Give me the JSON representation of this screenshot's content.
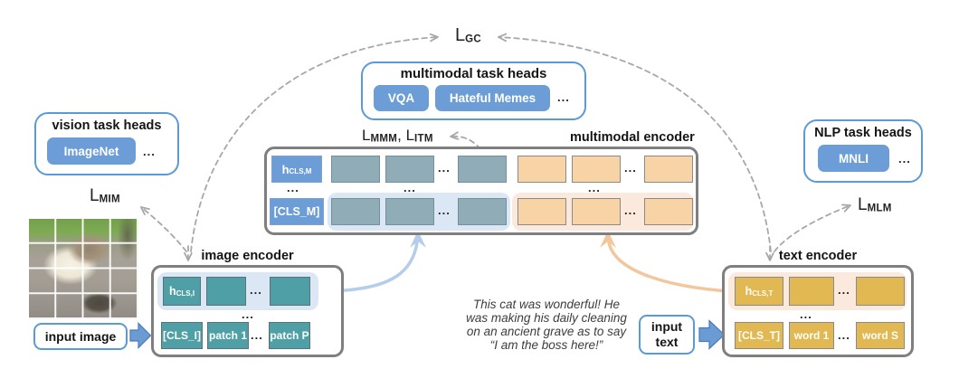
{
  "panels": {
    "vision": {
      "title": "vision task heads",
      "button": "ImageNet",
      "more": "..."
    },
    "multimodal": {
      "title": "multimodal task heads",
      "button1": "VQA",
      "button2": "Hateful Memes",
      "more": "..."
    },
    "nlp": {
      "title": "NLP task heads",
      "button": "MNLI",
      "more": "..."
    }
  },
  "losses": {
    "gc": {
      "base": "L",
      "sub": "GC"
    },
    "mim": {
      "base": "L",
      "sub": "MIM"
    },
    "mlm": {
      "base": "L",
      "sub": "MLM"
    },
    "mmm": {
      "base": "L",
      "sub": "MMM"
    },
    "itm": {
      "base": "L",
      "sub": "ITM"
    },
    "separator": ", "
  },
  "encoders": {
    "multimodal": {
      "title": "multimodal encoder",
      "hidden_state": {
        "base": "h",
        "sub": "CLS,M"
      },
      "cls_token": "[CLS_M]",
      "ellipsis": "..."
    },
    "image": {
      "title": "image encoder",
      "hidden_state": {
        "base": "h",
        "sub": "CLS,I"
      },
      "cls_token": "[CLS_I]",
      "token1": "patch 1",
      "tokenN": "patch P",
      "ellipsis": "..."
    },
    "text": {
      "title": "text encoder",
      "hidden_state": {
        "base": "h",
        "sub": "CLS,T"
      },
      "cls_token": "[CLS_T]",
      "token1": "word 1",
      "tokenN": "word S",
      "ellipsis": "..."
    }
  },
  "inputs": {
    "image_label": "input image",
    "text_label": {
      "line1": "input",
      "line2": "text"
    },
    "caption_lines": [
      "This cat was wonderful! He",
      "was making his daily cleaning",
      "on an ancient grave as to say",
      "“I am the boss here!”"
    ]
  },
  "colors": {
    "accent_blue": "#6C9DD6",
    "panel_border_blue": "#5B9BD5",
    "teal": "#4FA0A6",
    "muted_teal": "#8FACB7",
    "gold": "#E1B851",
    "peach": "#F7D3A6",
    "highlight_blue": "#DBE7F5",
    "highlight_peach": "#FAE9DC",
    "encoder_border_gray": "#7F7F7F",
    "dashed_arrow_gray": "#A8A8A8",
    "arrow_blue": "#B5CDEA",
    "arrow_orange": "#F3C79E"
  }
}
